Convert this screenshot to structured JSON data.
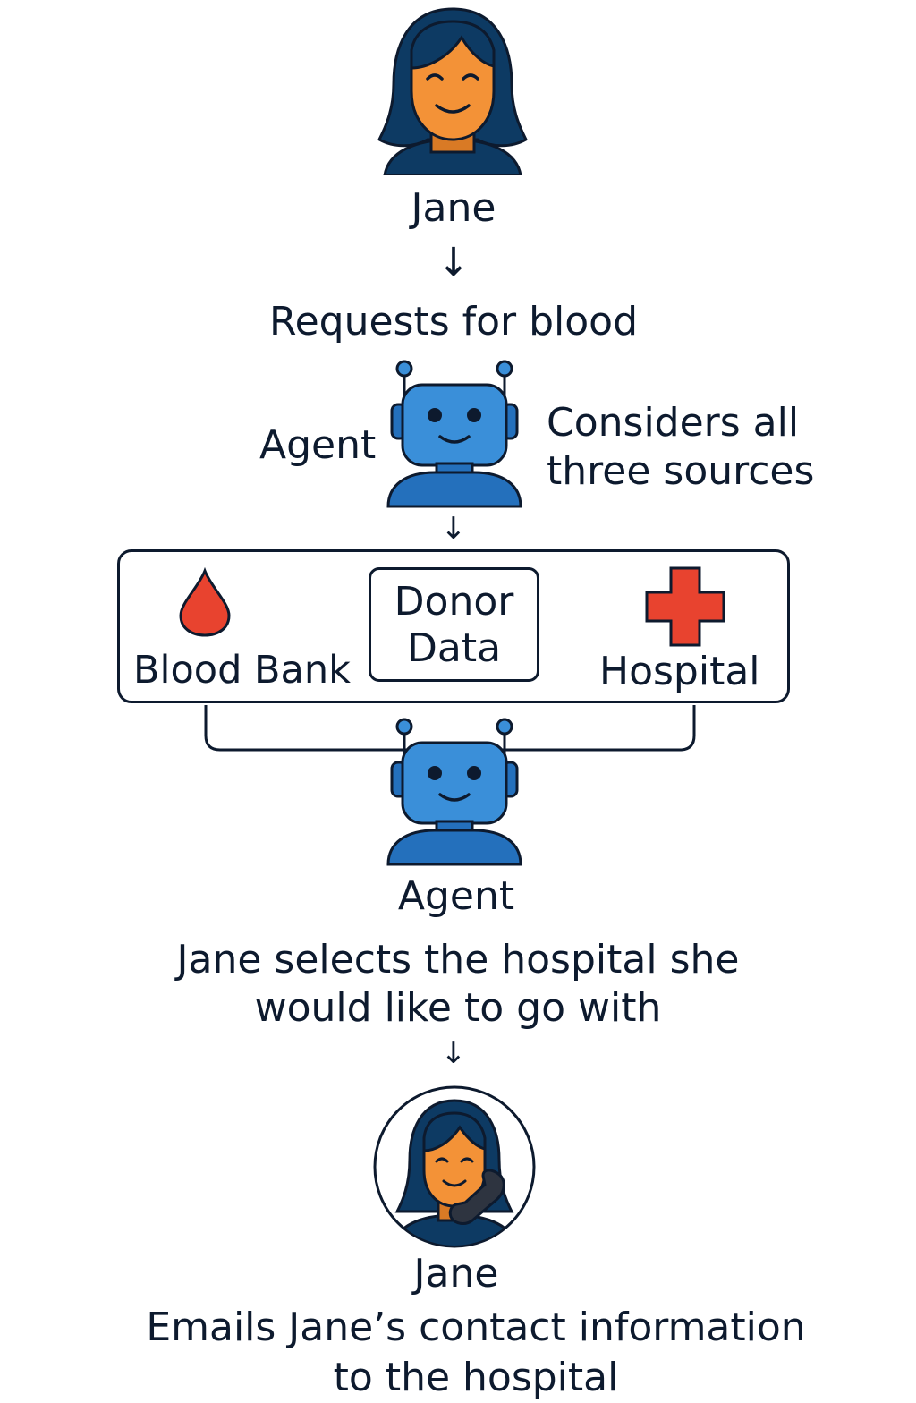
{
  "nodes": {
    "jane_top": {
      "label": "Jane",
      "icon": "woman-avatar-icon"
    },
    "step_request": {
      "label": "Requests for blood"
    },
    "agent_top": {
      "label": "Agent",
      "icon": "robot-icon",
      "note": "Considers all\nthree sources"
    },
    "sources": {
      "blood_bank": {
        "label": "Blood Bank",
        "icon": "blood-drop-icon"
      },
      "donor_data": {
        "label": "Donor\nData"
      },
      "hospital": {
        "label": "Hospital",
        "icon": "red-cross-icon"
      }
    },
    "agent_bottom": {
      "label": "Agent",
      "icon": "robot-icon"
    },
    "step_select": {
      "label": "Jane selects the hospital she\nwould like to go with"
    },
    "jane_bottom": {
      "label": "Jane",
      "icon": "woman-phone-avatar-icon"
    },
    "step_email": {
      "label": "Emails Jane’s contact information\nto the hospital"
    }
  },
  "arrows": {
    "down": "↓"
  },
  "colors": {
    "ink": "#0d1a2e",
    "skin": "#f39237",
    "hair": "#0d3a63",
    "robot_blue": "#3a8fd9",
    "robot_dark": "#2470bc",
    "blood_red": "#e8432f"
  }
}
